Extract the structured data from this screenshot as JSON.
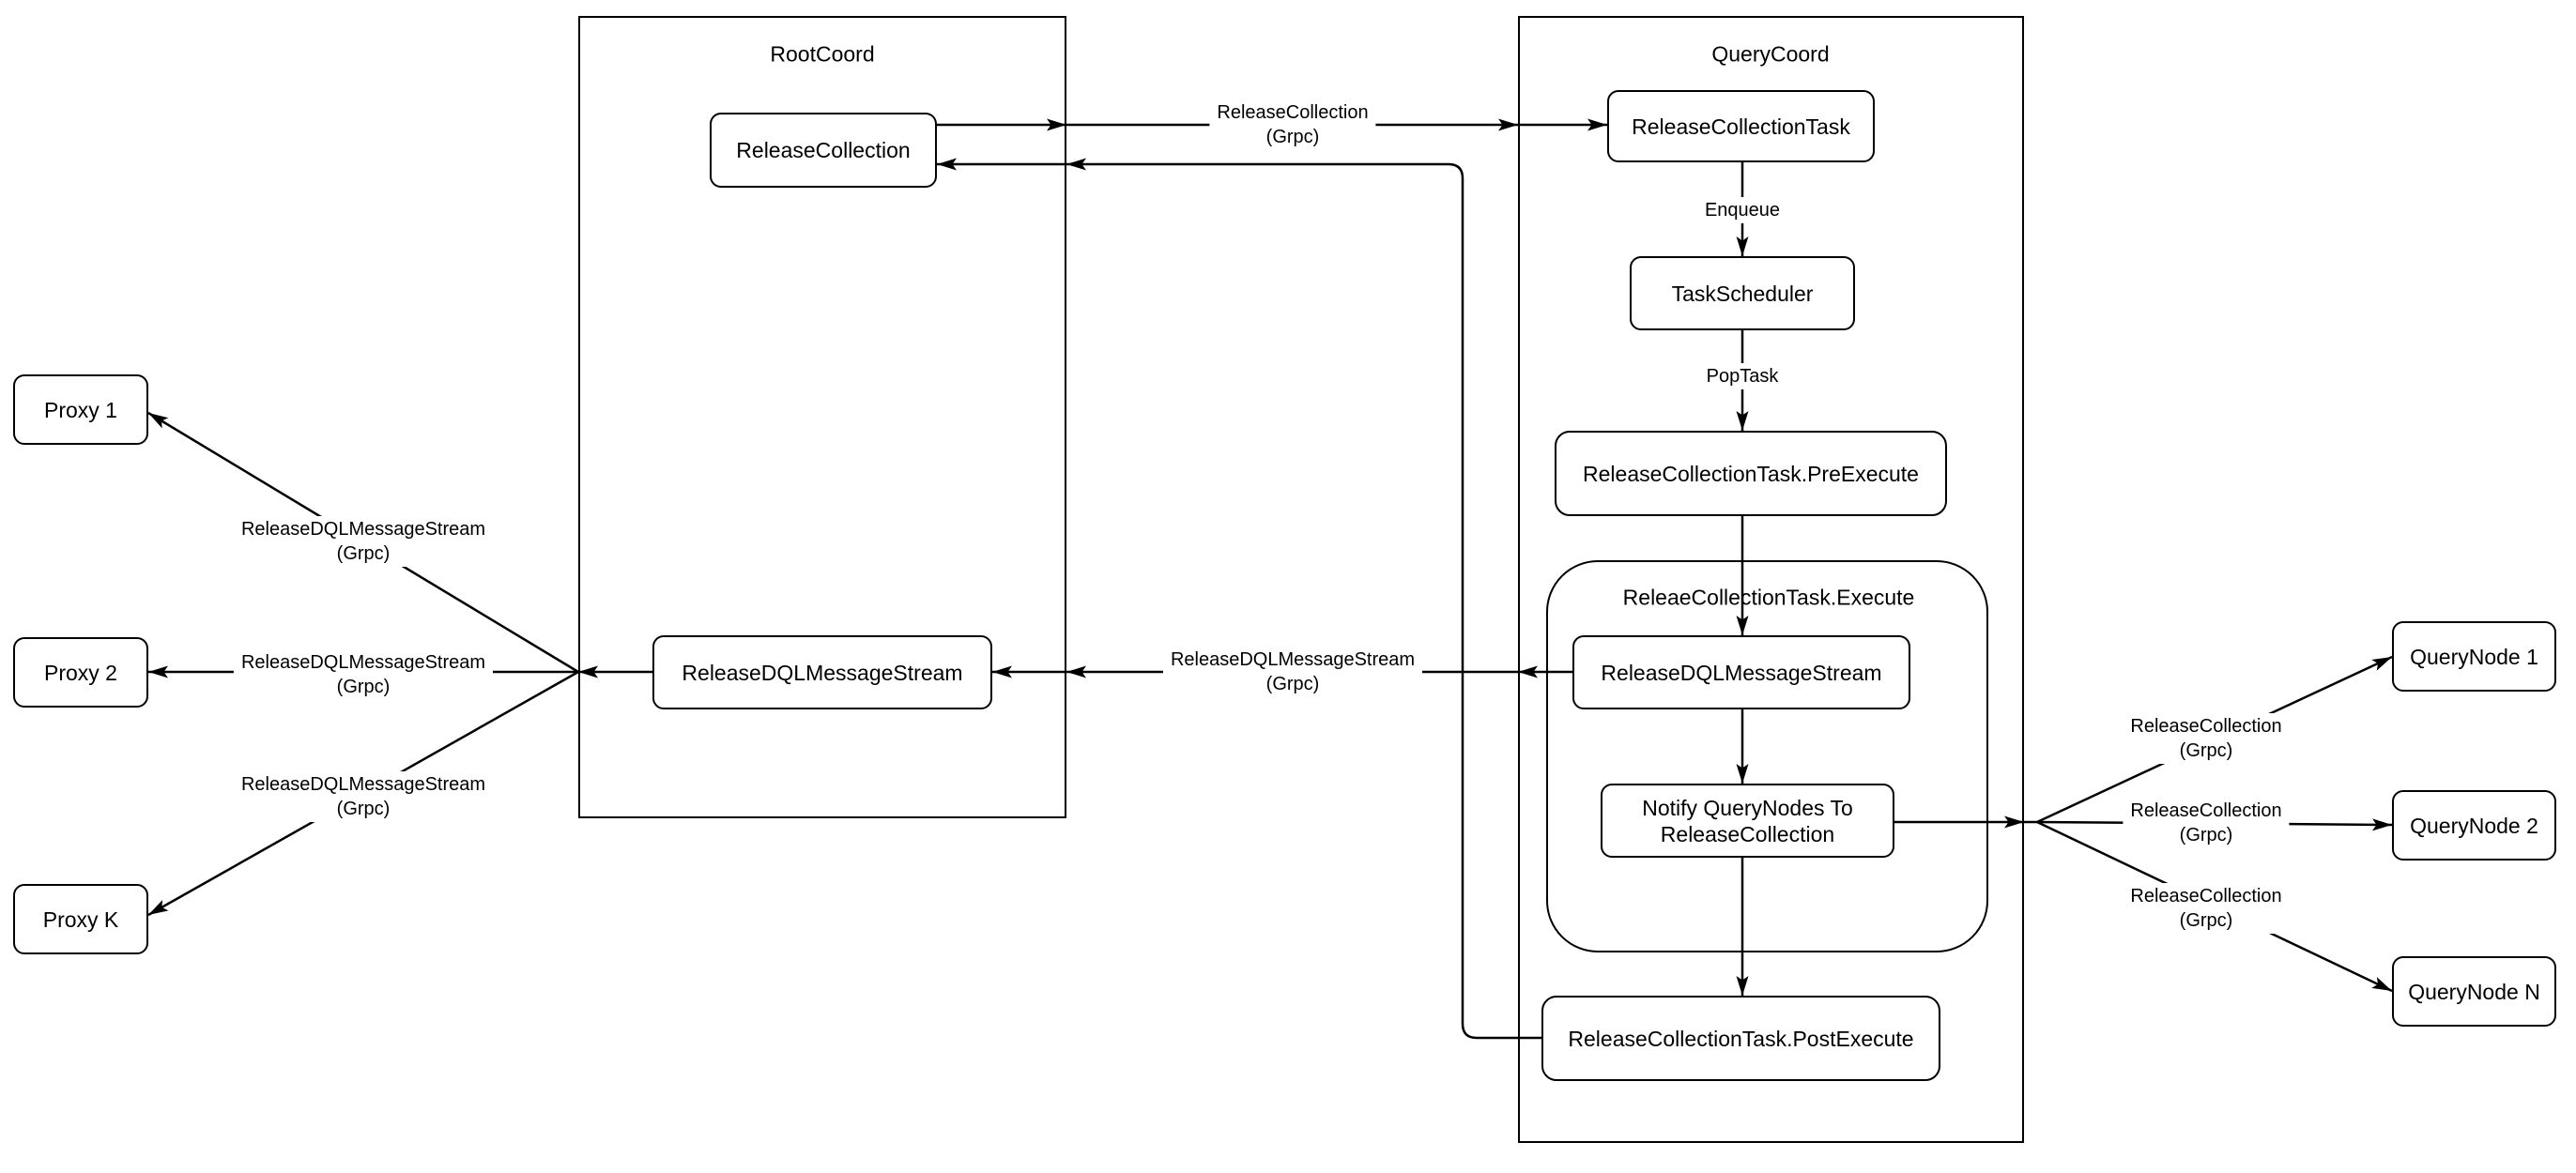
{
  "colors": {
    "line": "#000000",
    "box_fill": "#ffffff",
    "text": "#000000",
    "background": "#ffffff"
  },
  "diagram": {
    "containers": {
      "rootcoord": {
        "title": "RootCoord"
      },
      "querycoord": {
        "title": "QueryCoord"
      },
      "execute_group": {
        "title": "ReleaeCollectionTask.Execute"
      }
    },
    "nodes": {
      "release_collection": {
        "label": "ReleaseCollection"
      },
      "root_dql_stream": {
        "label": "ReleaseDQLMessageStream"
      },
      "proxy1": {
        "label": "Proxy 1"
      },
      "proxy2": {
        "label": "Proxy 2"
      },
      "proxyk": {
        "label": "Proxy K"
      },
      "release_collection_task": {
        "label": "ReleaseCollectionTask"
      },
      "task_scheduler": {
        "label": "TaskScheduler"
      },
      "pre_execute": {
        "label": "ReleaseCollectionTask.PreExecute"
      },
      "qc_dql_stream": {
        "label": "ReleaseDQLMessageStream"
      },
      "notify": {
        "line1": "Notify QueryNodes To",
        "line2": "ReleaseCollection"
      },
      "post_execute": {
        "label": "ReleaseCollectionTask.PostExecute"
      },
      "querynode1": {
        "label": "QueryNode 1"
      },
      "querynode2": {
        "label": "QueryNode 2"
      },
      "querynoden": {
        "label": "QueryNode N"
      }
    },
    "edge_labels": {
      "top_release_collection": {
        "line1": "ReleaseCollection",
        "line2": "(Grpc)"
      },
      "enqueue": {
        "text": "Enqueue"
      },
      "poptask": {
        "text": "PopTask"
      },
      "mid_dql_stream": {
        "line1": "ReleaseDQLMessageStream",
        "line2": "(Grpc)"
      },
      "proxy1_dql": {
        "line1": "ReleaseDQLMessageStream",
        "line2": "(Grpc)"
      },
      "proxy2_dql": {
        "line1": "ReleaseDQLMessageStream",
        "line2": "(Grpc)"
      },
      "proxyk_dql": {
        "line1": "ReleaseDQLMessageStream",
        "line2": "(Grpc)"
      },
      "qn1_release": {
        "line1": "ReleaseCollection",
        "line2": "(Grpc)"
      },
      "qn2_release": {
        "line1": "ReleaseCollection",
        "line2": "(Grpc)"
      },
      "qnn_release": {
        "line1": "ReleaseCollection",
        "line2": "(Grpc)"
      }
    }
  }
}
